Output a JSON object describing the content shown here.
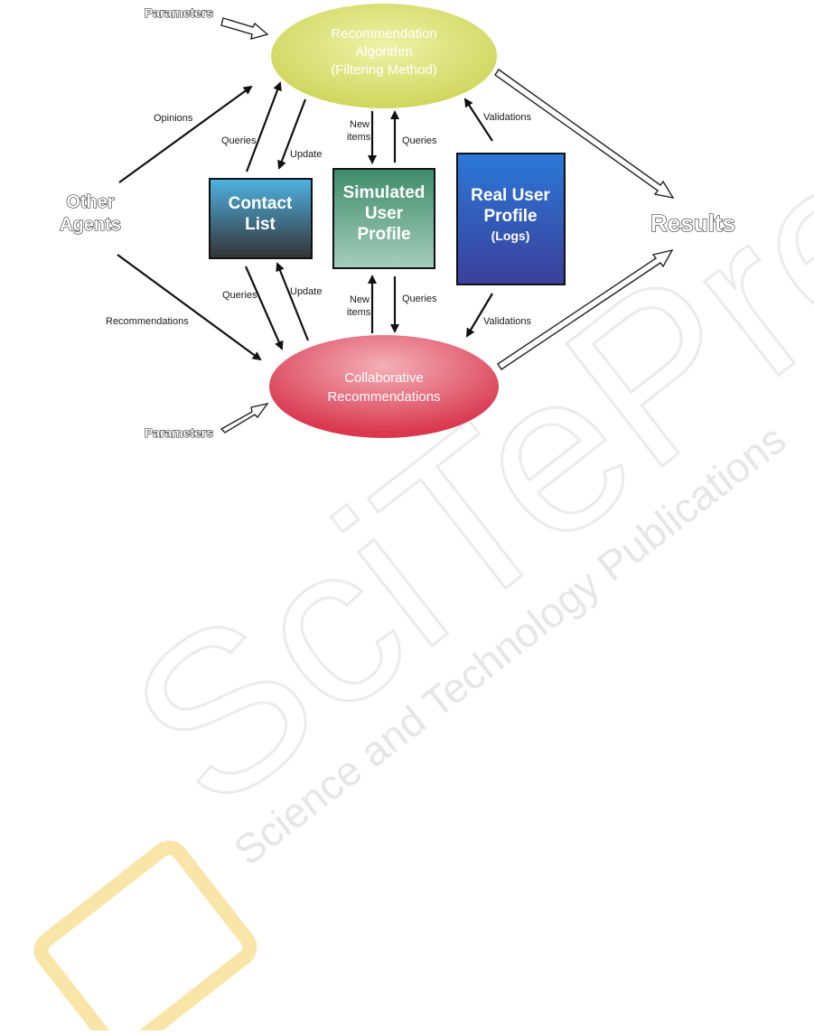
{
  "nodes": {
    "recommendation_algorithm": [
      "Recommendation",
      "Algorithm",
      "(Filtering Method)"
    ],
    "collaborative": [
      "Collaborative",
      "Recommendations"
    ],
    "contact_list": [
      "Contact",
      "List"
    ],
    "simulated_profile": [
      "Simulated",
      "User",
      "Profile"
    ],
    "real_profile": [
      "Real User",
      "Profile"
    ],
    "real_profile_sub": "(Logs)",
    "other_agents": [
      "Other",
      "Agents"
    ],
    "results": "Results",
    "parameters_top": "Parameters",
    "parameters_bottom": "Parameters"
  },
  "edges": {
    "opinions": "Opinions",
    "recommendations": "Recommendations",
    "queries_contact_top": "Queries",
    "update_contact_top": "Update",
    "queries_contact_bottom": "Queries",
    "update_contact_bottom": "Update",
    "new_items_top": [
      "New",
      "items"
    ],
    "queries_sim_top": "Queries",
    "new_items_bottom": [
      "New",
      "items"
    ],
    "queries_sim_bottom": "Queries",
    "validations_top": "Validations",
    "validations_bottom": "Validations"
  },
  "watermark": {
    "big": "SciTePress",
    "small": "Science and Technology Publications"
  },
  "colors": {
    "ellipse_top": "#d8df78",
    "ellipse_bottom": "#e0586e",
    "contact_top": "#4fb2e3",
    "contact_bottom": "#333333",
    "simulated": "#4b8f72",
    "real_top": "#2a69cc",
    "real_bottom": "#3a3f9c",
    "watermark_accent": "#f6c94a"
  }
}
